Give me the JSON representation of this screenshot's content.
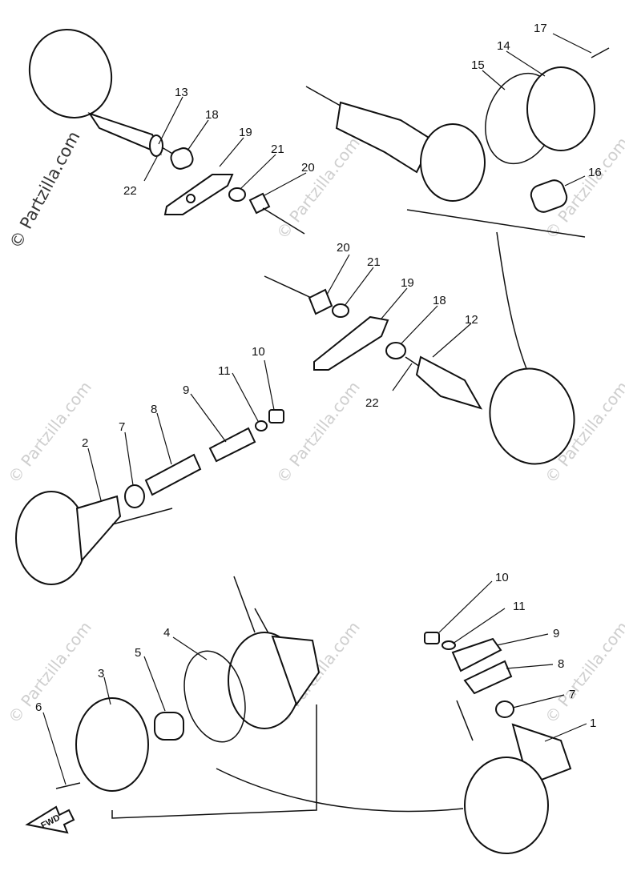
{
  "watermark": {
    "main": "© Partzilla.com",
    "repeat": "© Partzilla.com"
  },
  "fwd_label": "FWD",
  "callouts": {
    "c13": "13",
    "c18a": "18",
    "c19a": "19",
    "c21a": "21",
    "c20a": "20",
    "c22a": "22",
    "c17": "17",
    "c14": "14",
    "c15": "15",
    "c16": "16",
    "c20b": "20",
    "c21b": "21",
    "c19b": "19",
    "c18b": "18",
    "c12": "12",
    "c22b": "22",
    "c10a": "10",
    "c11a": "11",
    "c9a": "9",
    "c8a": "8",
    "c7a": "7",
    "c2": "2",
    "c4": "4",
    "c5": "5",
    "c3": "3",
    "c6": "6",
    "c10b": "10",
    "c11b": "11",
    "c9b": "9",
    "c8b": "8",
    "c7b": "7",
    "c1": "1"
  }
}
